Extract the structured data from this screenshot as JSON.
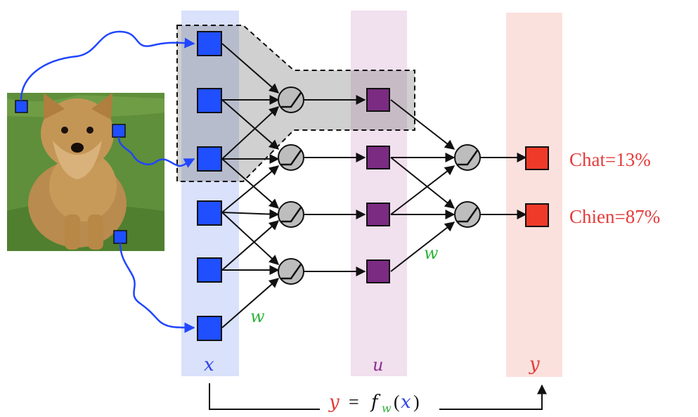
{
  "outputs": [
    {
      "label": "Chat=13%"
    },
    {
      "label": "Chien=87%"
    }
  ],
  "labels": {
    "x": "x",
    "u": "u",
    "y": "y",
    "w_lower": "w",
    "w_upper": "w"
  },
  "formula": {
    "y": "y",
    "eq": "=",
    "f": "f",
    "sub": "w",
    "lparen": "(",
    "x": "x",
    "rparen": ")"
  },
  "colors": {
    "input_node": "#1f4fff",
    "hidden_node": "#7b2b82",
    "output_node": "#ef3a2a",
    "neuron": "#bdbdbd",
    "x_band": "#d9e1fb",
    "u_band": "#f1e0ee",
    "y_band": "#fbe1dd",
    "w_label": "#2fb43a",
    "y_label": "#e33a3a",
    "x_label": "#2f45e6",
    "u_label": "#8a2d8f",
    "wire": "#2146ff"
  },
  "image": {
    "subject": "dog-photo"
  }
}
